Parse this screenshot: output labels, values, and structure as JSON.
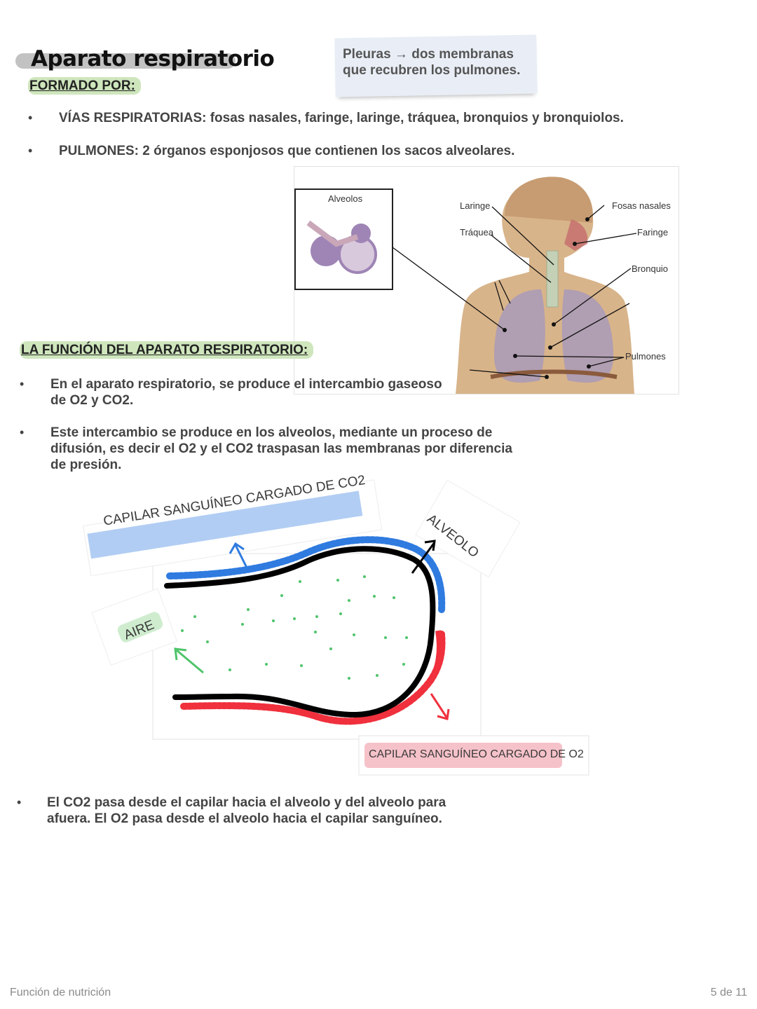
{
  "title": "Aparato respiratorio",
  "formado_label": "FORMADO POR:",
  "note": {
    "line1": "Pleuras → dos membranas",
    "line2": "que recubren los pulmones."
  },
  "bullets_top": [
    "VÍAS RESPIRATORIAS: fosas nasales, faringe, laringe, tráquea, bronquios y bronquiolos.",
    "PULMONES: 2 órganos esponjosos que contienen los sacos alveolares."
  ],
  "anatomy": {
    "inset_label": "Alveolos",
    "labels": {
      "laringe": "Laringe",
      "traquea": "Tráquea",
      "fosas": "Fosas nasales",
      "faringe": "Faringe",
      "bronquio": "Bronquio",
      "pulmones": "Pulmones"
    }
  },
  "funcion_heading": "LA FUNCIÓN DEL APARATO RESPIRATORIO:",
  "bullets_mid": [
    {
      "l1": "En el aparato respiratorio, se produce el intercambio gaseoso",
      "l2": "de O2 y CO2."
    },
    {
      "l1": "Este intercambio se produce en los alveolos, mediante un proceso de",
      "l2": "difusión, es decir el O2 y el CO2 traspasan las membranas por diferencia",
      "l3": "de presión."
    }
  ],
  "diagram": {
    "co2_label": "CAPILAR SANGUÍNEO CARGADO DE CO2",
    "alveolo_label": "ALVEOLO",
    "aire_label": "AIRE",
    "o2_label": "CAPILAR SANGUÍNEO CARGADO DE O2",
    "colors": {
      "co2": "#2f7be0",
      "o2": "#f0303d",
      "aire": "#4fc46a",
      "wall": "#000000"
    }
  },
  "bullet_bottom": {
    "l1": "El CO2 pasa desde el capilar hacia el alveolo y del alveolo para",
    "l2": "afuera. El O2 pasa desde el alveolo hacia el capilar sanguíneo."
  },
  "footer": {
    "left": "Función de nutrición",
    "right": "5 de 11"
  }
}
